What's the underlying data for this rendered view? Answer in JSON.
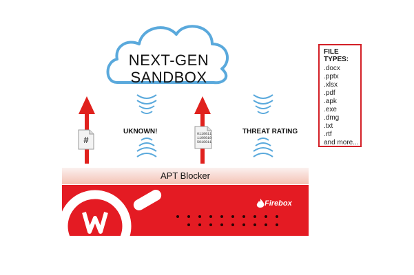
{
  "cloud": {
    "line1": "NEXT-GEN",
    "line2": "SANDBOX"
  },
  "labels": {
    "unknown": "UKNOWN!",
    "threat_rating": "THREAT RATING"
  },
  "file_types": {
    "title": "FILE TYPES:",
    "items": [
      ".docx",
      ".pptx",
      ".xlsx",
      ".pdf",
      ".apk",
      ".exe",
      ".dmg",
      ".txt",
      ".rtf",
      "and more..."
    ]
  },
  "apt_blocker": {
    "label": "APT Blocker"
  },
  "firebox": {
    "brand": "Firebox"
  },
  "file_icons": {
    "hash": "#",
    "binary": [
      "0110011",
      "1100010",
      "5010011"
    ]
  },
  "colors": {
    "arrow_red": "#e0211d",
    "firebox_red": "#e41b23",
    "signal_blue": "#5aa9dc",
    "border_red": "#d31f26"
  }
}
